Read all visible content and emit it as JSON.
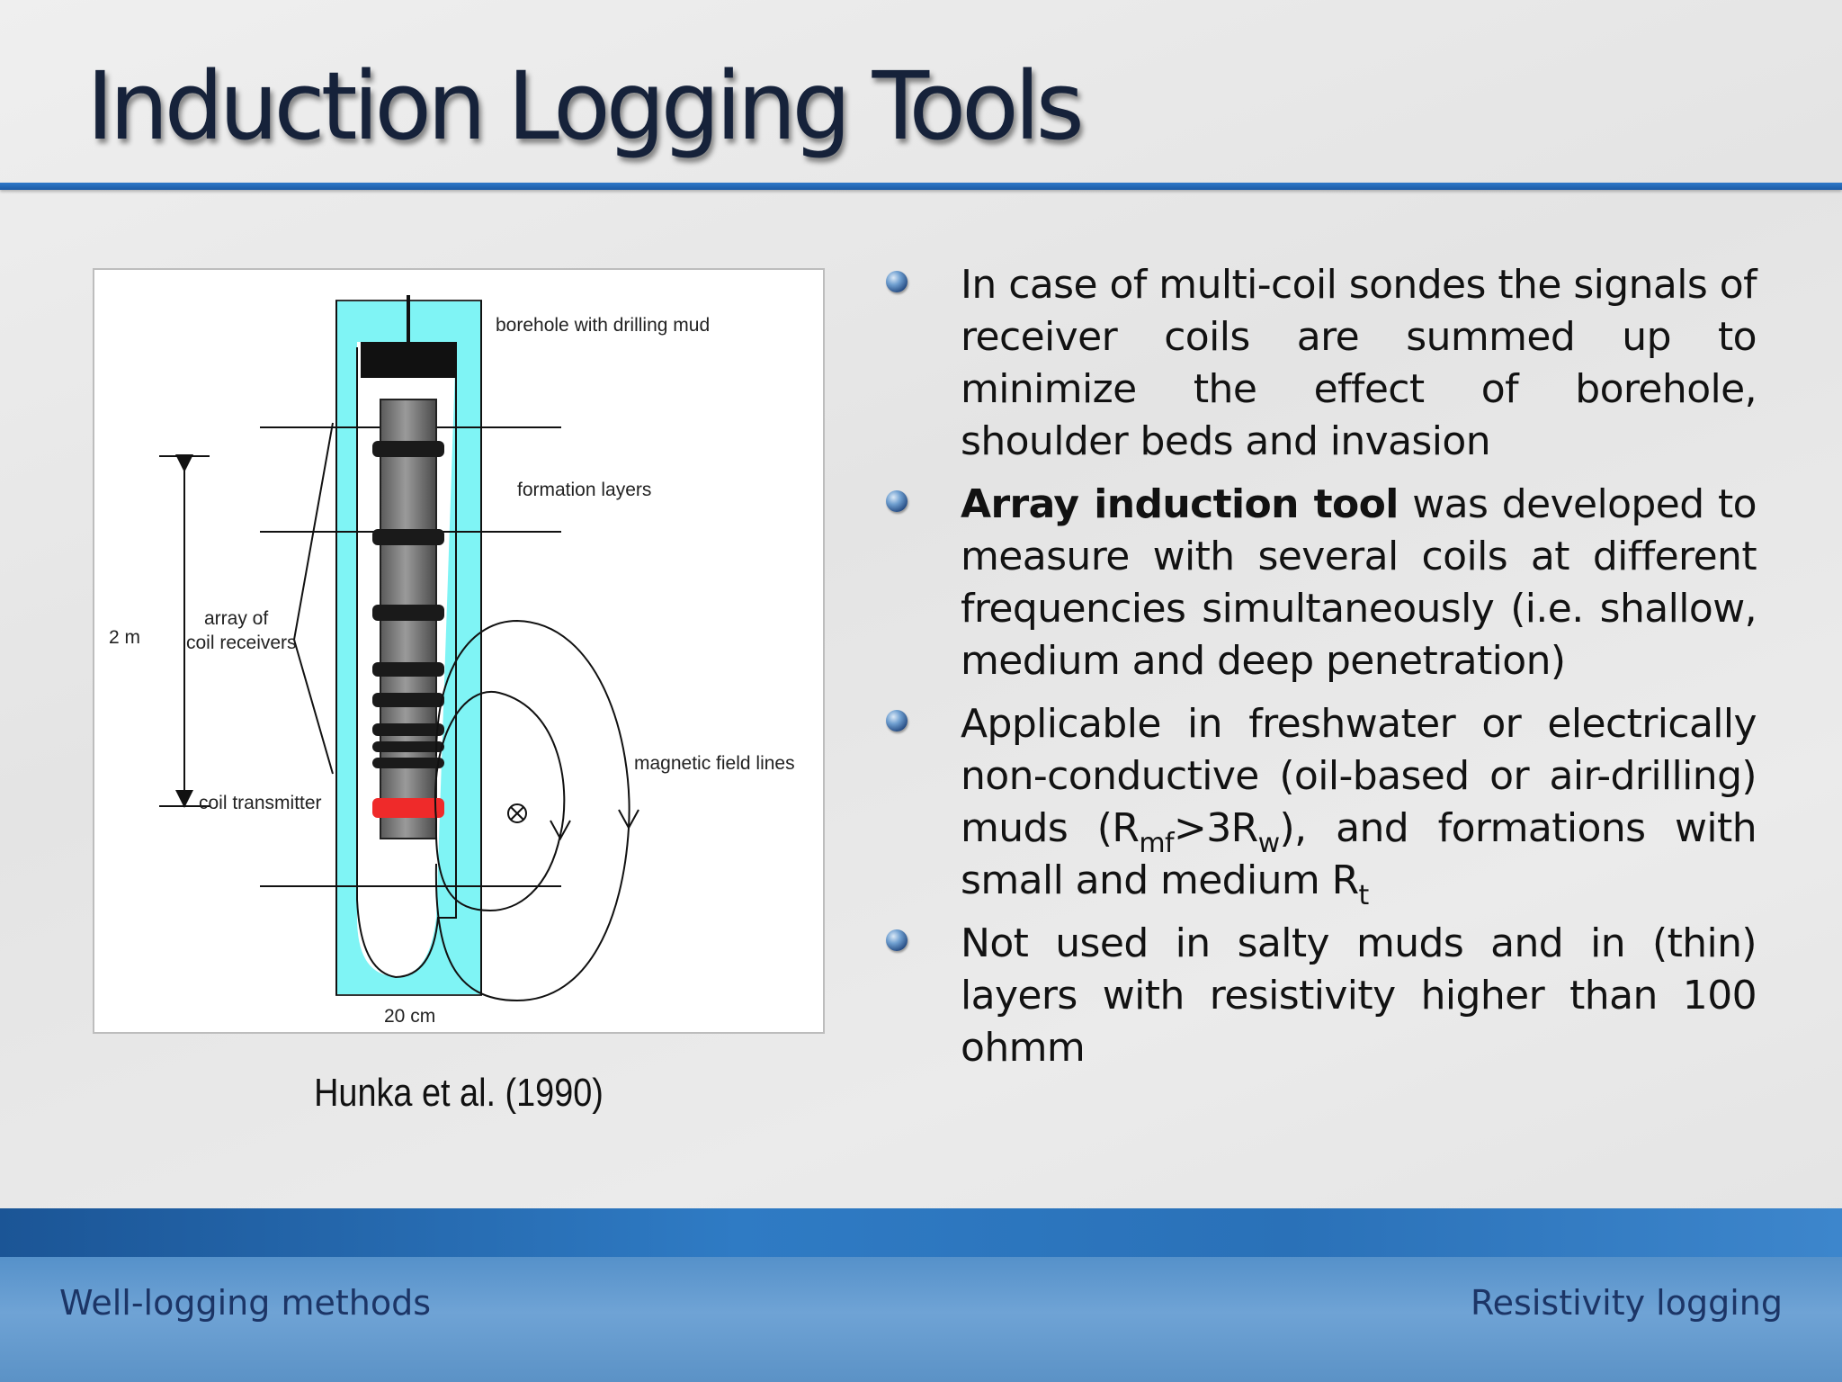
{
  "slide": {
    "title": "Induction Logging Tools",
    "caption": "Hunka et al. (1990)",
    "footer_left": "Well-logging methods",
    "footer_right": "Resistivity logging"
  },
  "figure": {
    "labels": {
      "borehole": "borehole with drilling mud",
      "formation": "formation layers",
      "receivers_line1": "array of",
      "receivers_line2": "coil receivers",
      "transmitter": "coil transmitter",
      "magnetic": "magnetic field lines",
      "length": "2 m",
      "diameter": "20 cm"
    },
    "colors": {
      "mud": "#7ff4f5",
      "transmitter": "#ef2a2a",
      "coil": "#1a1a1a"
    }
  },
  "bullets": [
    {
      "text": "In case of multi-coil sondes the signals of receiver coils are summed up to minimize the effect of borehole, shoulder beds and invasion"
    },
    {
      "bold": "Array induction tool",
      "text": " was developed to measure with several coils at different frequencies simultaneously (i.e. shallow, medium and deep penetration)"
    },
    {
      "t1": "Applicable in freshwater or electrically non-conductive (oil-based or air-drilling) muds (R",
      "s1": "mf",
      "t2": ">3R",
      "s2": "w",
      "t3": "), and formations with small and medium R",
      "s3": "t"
    },
    {
      "text": "Not used in salty muds and in (thin) layers with resistivity higher than 100 ohmm"
    }
  ]
}
